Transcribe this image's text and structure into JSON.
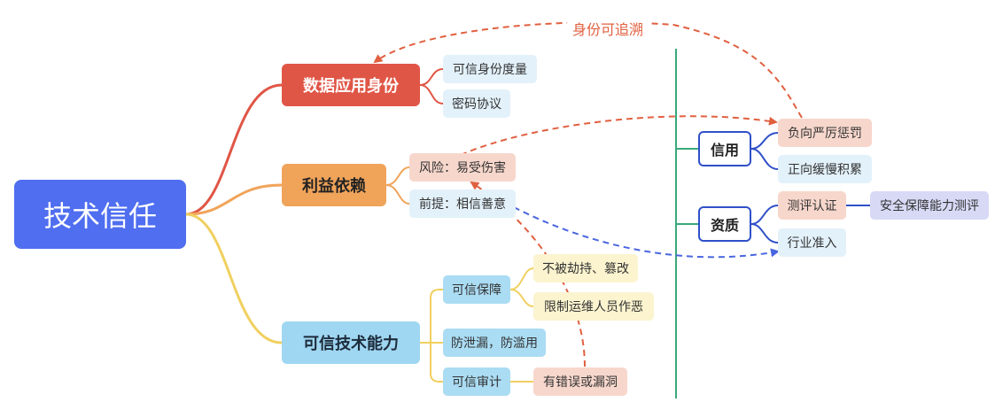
{
  "root": "技术信任",
  "branches": {
    "data_identity": {
      "label": "数据应用身份",
      "children": [
        "可信身份度量",
        "密码协议"
      ]
    },
    "benefit": {
      "label": "利益依赖",
      "children": [
        "风险：易受伤害",
        "前提：相信善意"
      ]
    },
    "capability": {
      "label": "可信技术能力",
      "children": [
        {
          "label": "可信保障",
          "children": [
            "不被劫持、篡改",
            "限制运维人员作恶"
          ]
        },
        {
          "label": "防泄漏，防滥用"
        },
        {
          "label": "可信审计",
          "children": [
            "有错误或漏洞"
          ]
        }
      ]
    }
  },
  "right": {
    "credit": {
      "label": "信用",
      "children": [
        "负向严厉惩罚",
        "正向缓慢积累"
      ]
    },
    "qualification": {
      "label": "资质",
      "children": [
        "测评认证",
        "行业准入"
      ],
      "extra": "安全保障能力测评"
    }
  },
  "annotation": "身份可追溯",
  "colors": {
    "root": "#4f6ef0",
    "data": "#e05646",
    "benefit": "#f0a45a",
    "capability": "#9fd6f2",
    "red_dashed": "#e06040",
    "blue_dashed": "#4a66e0",
    "divider": "#3aa97a",
    "right_border": "#3050c8"
  }
}
